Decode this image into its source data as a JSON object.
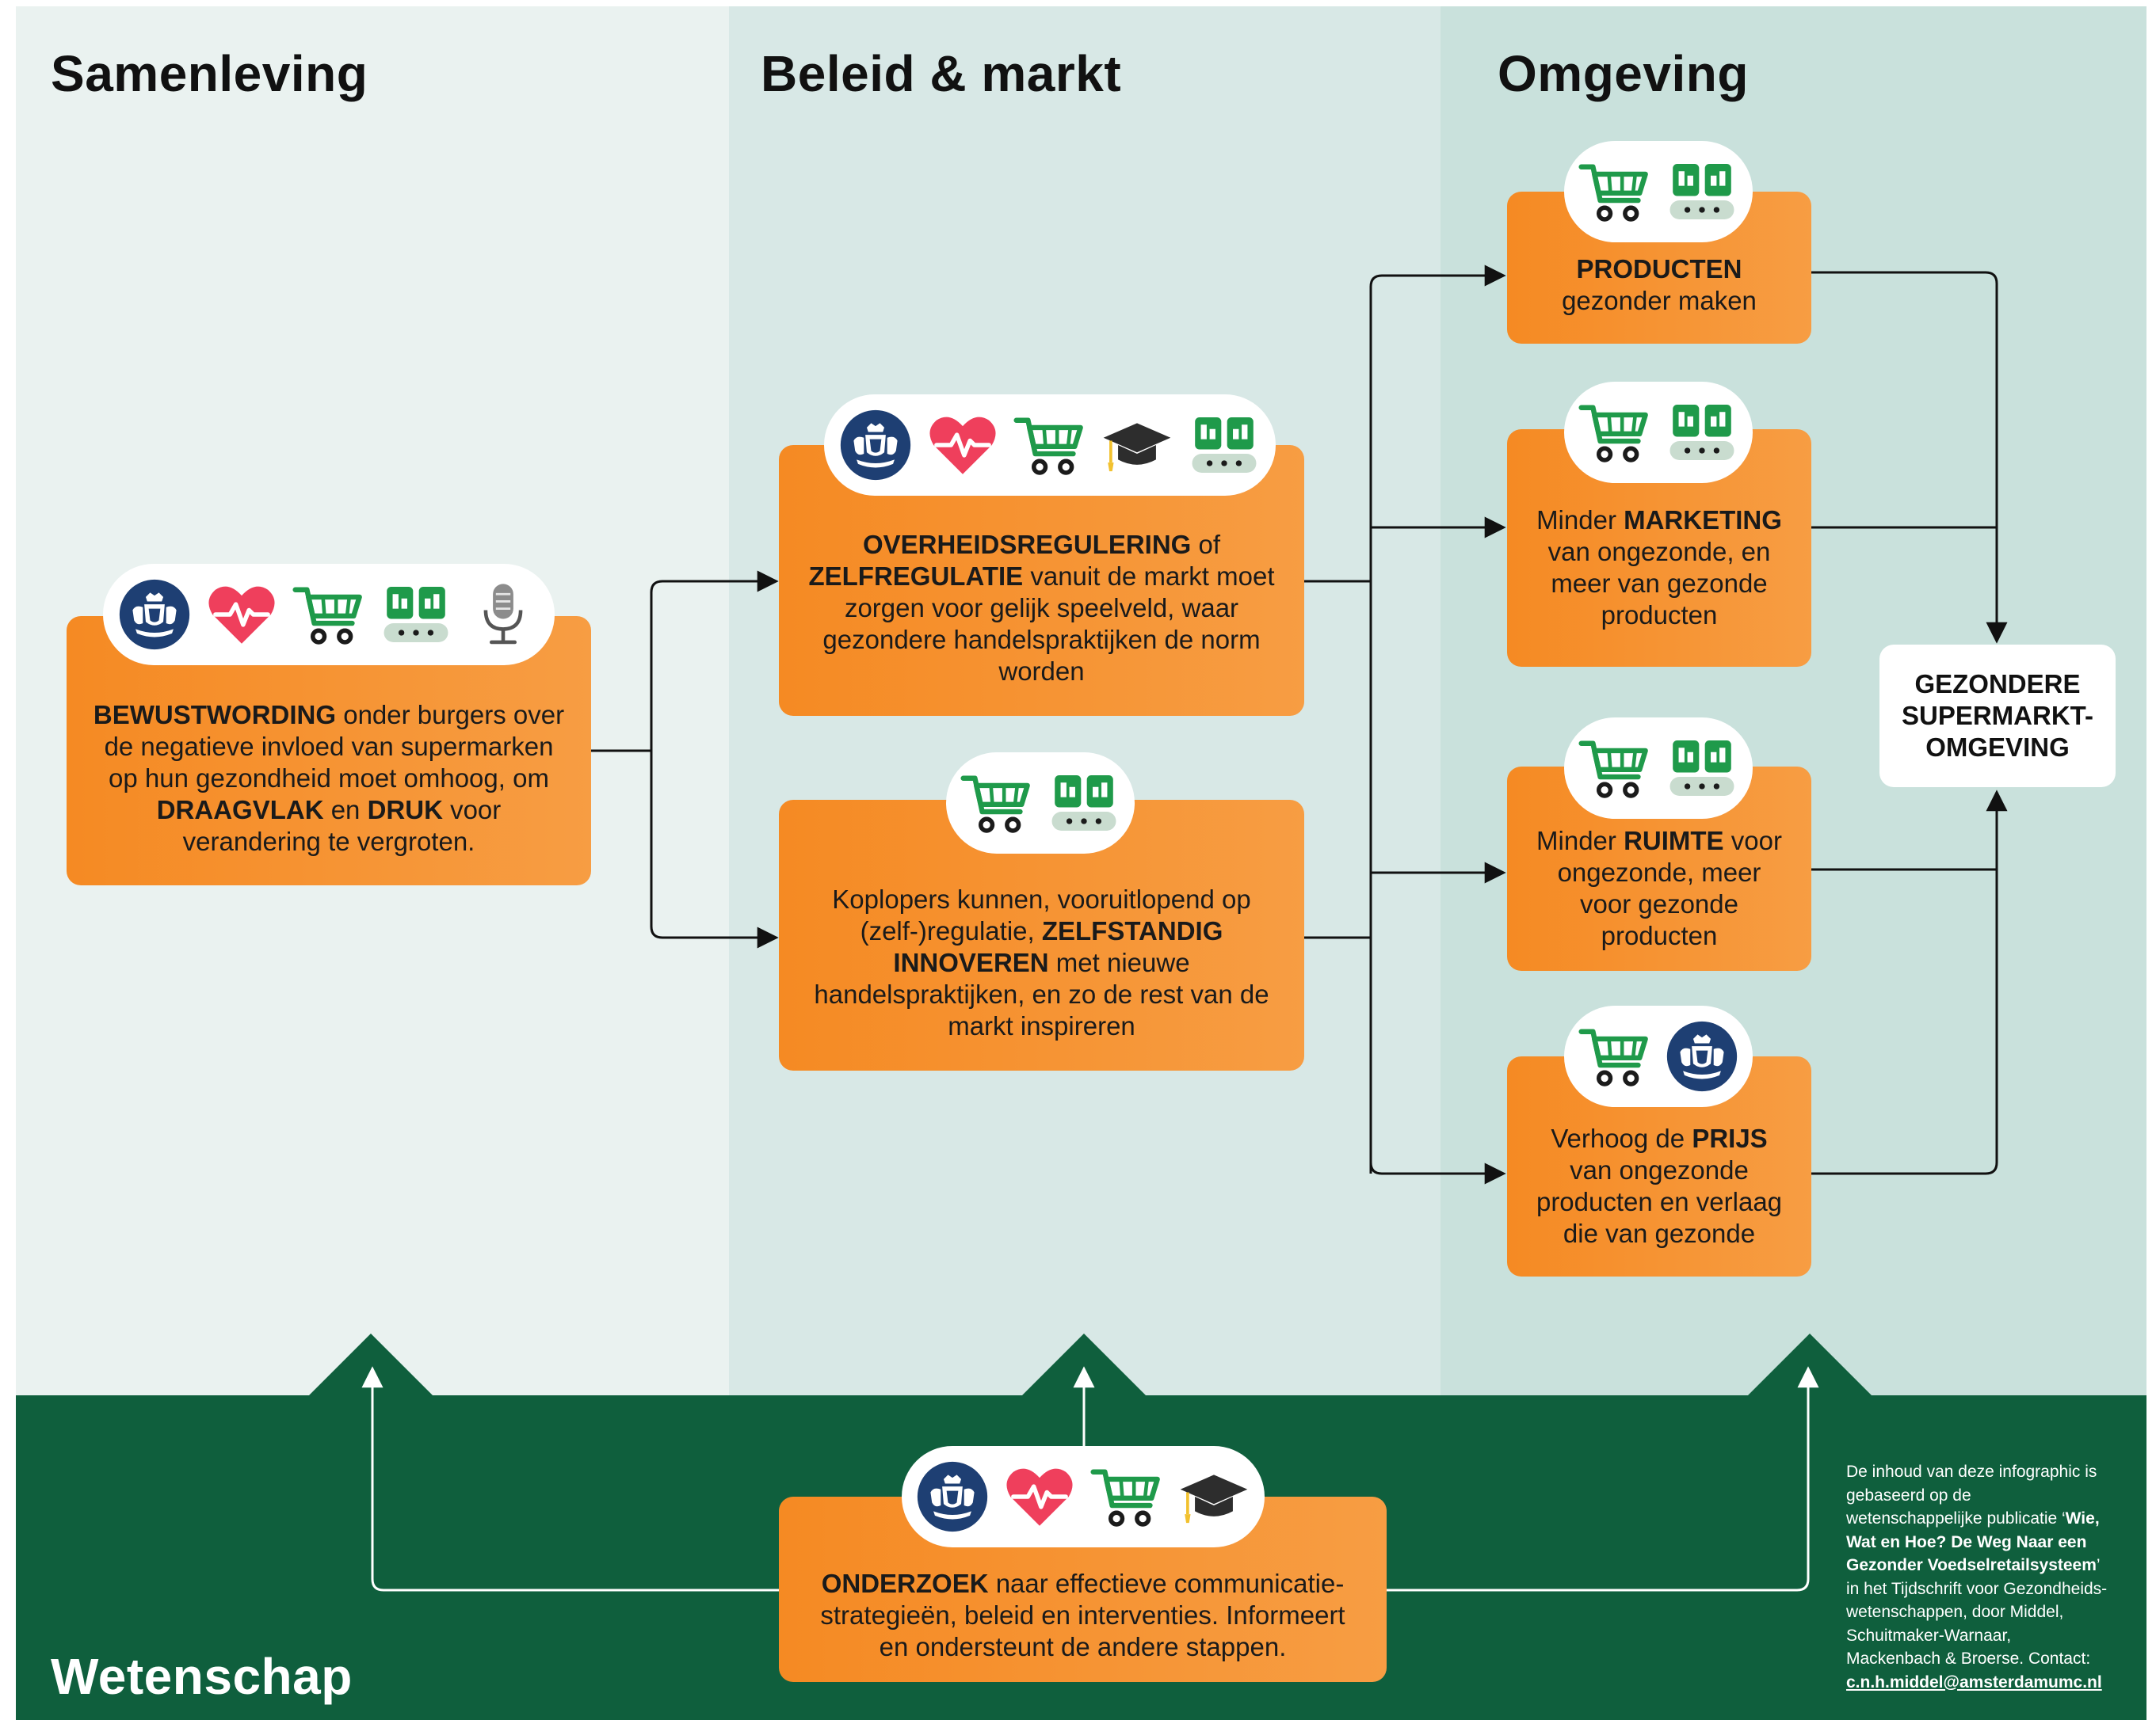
{
  "zones": {
    "samenleving": {
      "title": "Samenleving"
    },
    "beleid": {
      "title": "Beleid & markt"
    },
    "omgeving": {
      "title": "Omgeving"
    },
    "wetenschap": {
      "title": "Wetenschap"
    }
  },
  "boxes": {
    "bewustwording": {
      "icons": [
        "government-seal-icon",
        "health-heart-icon",
        "shopping-cart-icon",
        "food-products-icon",
        "microphone-icon"
      ],
      "b1": "BEWUSTWORDING",
      "t1": " onder burgers over de negatieve invloed van supermarken op hun gezondheid moet omhoog, om ",
      "b2": "DRAAGVLAK",
      "t2": " en ",
      "b3": "DRUK",
      "t3": " voor verandering te vergroten."
    },
    "regulering": {
      "icons": [
        "government-seal-icon",
        "health-heart-icon",
        "shopping-cart-icon",
        "graduation-cap-icon",
        "food-products-icon"
      ],
      "b1": "OVERHEIDSREGULERING",
      "t1": " of ",
      "b2": "ZELFREGULATIE",
      "t2": " vanuit de markt moet zorgen voor gelijk speelveld, waar gezondere handelspraktijken de norm worden"
    },
    "koplopers": {
      "icons": [
        "shopping-cart-icon",
        "food-products-icon"
      ],
      "t1": "Koplopers kunnen, vooruitlopend op (zelf-)regulatie, ",
      "b1": "ZELFSTANDIG INNOVEREN",
      "t2": " met nieuwe handelspraktijken, en zo de rest van de markt inspireren"
    },
    "producten": {
      "icons": [
        "shopping-cart-icon",
        "food-products-icon"
      ],
      "b1": "PRODUCTEN",
      "t1": "gezonder maken"
    },
    "marketing": {
      "icons": [
        "shopping-cart-icon",
        "food-products-icon"
      ],
      "t0": "Minder ",
      "b1": "MARKETING",
      "t1": " van ongezonde, en meer van gezonde producten"
    },
    "ruimte": {
      "icons": [
        "shopping-cart-icon",
        "food-products-icon"
      ],
      "t0": "Minder ",
      "b1": "RUIMTE",
      "t1": " voor ongezonde, meer voor gezonde producten"
    },
    "prijs": {
      "icons": [
        "shopping-cart-icon",
        "government-seal-icon"
      ],
      "t0": "Verhoog de ",
      "b1": "PRIJS",
      "t1": " van ongezonde producten en verlaag die van gezonde"
    },
    "onderzoek": {
      "icons": [
        "government-seal-icon",
        "health-heart-icon",
        "shopping-cart-icon",
        "graduation-cap-icon"
      ],
      "b1": "ONDERZOEK",
      "t1": " naar effectieve communicatie-strategieën, beleid en interventies. Informeert en ondersteunt de andere stappen."
    }
  },
  "result": {
    "l1": "GEZONDERE",
    "l2": "SUPERMARKT-",
    "l3": "OMGEVING"
  },
  "footnote": {
    "t1": "De inhoud van deze infographic is gebaseerd op de wetenschappelijke publicatie ‘",
    "b1": "Wie, Wat en Hoe? De Weg Naar een Gezonder Voedselretailsysteem",
    "t2": "’ in het Tijdschrift voor Gezondheids-wetenschappen, door Middel, Schuitmaker-Warnaar, Mackenbach & Broerse. Contact: ",
    "email": "c.n.h.middel@amsterdamumc.nl"
  },
  "colors": {
    "zone_1": "#eaf2f0",
    "zone_2": "#d8e8e6",
    "zone_3": "#c9e1dc",
    "science": "#0f5f3d",
    "orange": "#f58a23",
    "cart_green": "#1f9a4a",
    "seal_blue": "#1e3f73",
    "heart": "#ef3f5c"
  }
}
